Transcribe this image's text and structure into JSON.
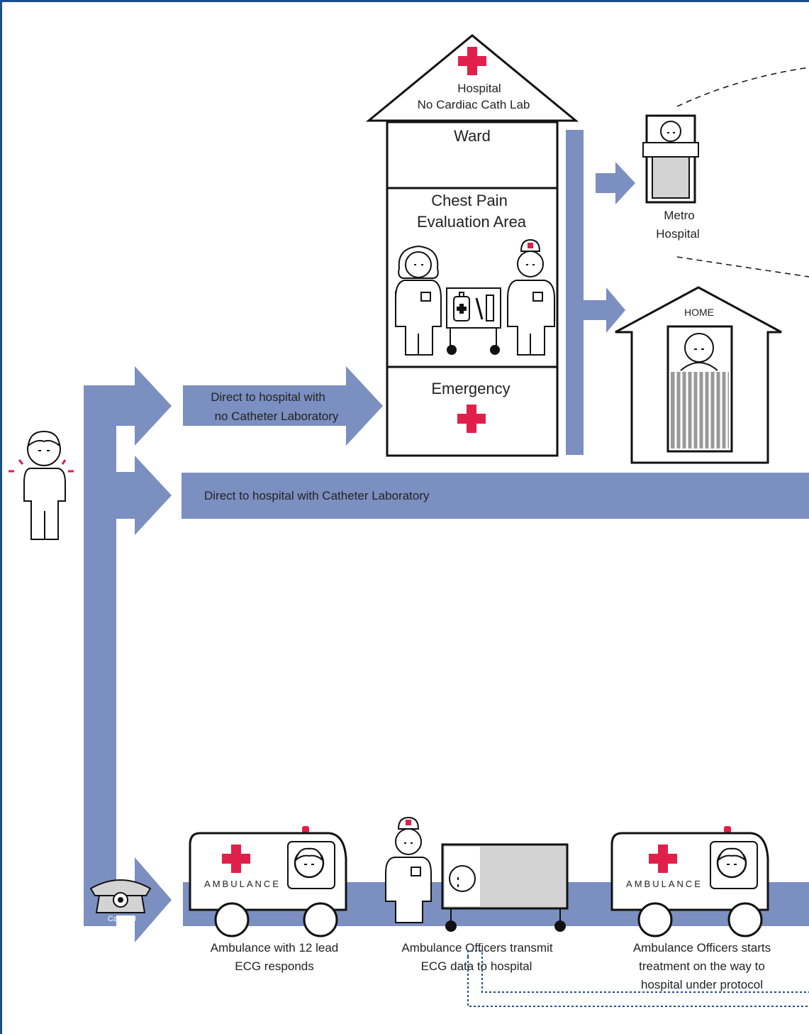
{
  "colors": {
    "flow": "#7b8fc0",
    "cross": "#e0204a",
    "frame": "#1c4f8c",
    "bed": "#d3d3d3",
    "stripes": "#999999"
  },
  "hospital": {
    "title_line1": "Hospital",
    "title_line2": "No Cardiac Cath Lab",
    "ward": "Ward",
    "evaluation_line1": "Chest Pain",
    "evaluation_line2": "Evaluation Area",
    "emergency": "Emergency"
  },
  "metro": {
    "line1": "Metro",
    "line2": "Hospital"
  },
  "home": {
    "label": "HOME"
  },
  "routes": {
    "no_cath_line1": "Direct to hospital with",
    "no_cath_line2": "no Catheter Laboratory",
    "cath_lab": "Direct to hospital with  Catheter Laboratory"
  },
  "phone": {
    "label": "Call 000"
  },
  "ambulance": {
    "word": "AMBULANCE"
  },
  "steps": {
    "responds_line1": "Ambulance with 12 lead",
    "responds_line2": "ECG responds",
    "transmit_line1": "Ambulance Officers transmit",
    "transmit_line2": "ECG data to hospital",
    "treatment_line1": "Ambulance Officers starts",
    "treatment_line2": "treatment on the way to",
    "treatment_line3": "hospital under protocol"
  },
  "icons": [
    "red-cross-icon",
    "patient-icon",
    "doctor-icon",
    "nurse-icon",
    "medical-cart-icon",
    "telephone-icon",
    "ambulance-icon",
    "stretcher-icon",
    "bed-icon"
  ]
}
